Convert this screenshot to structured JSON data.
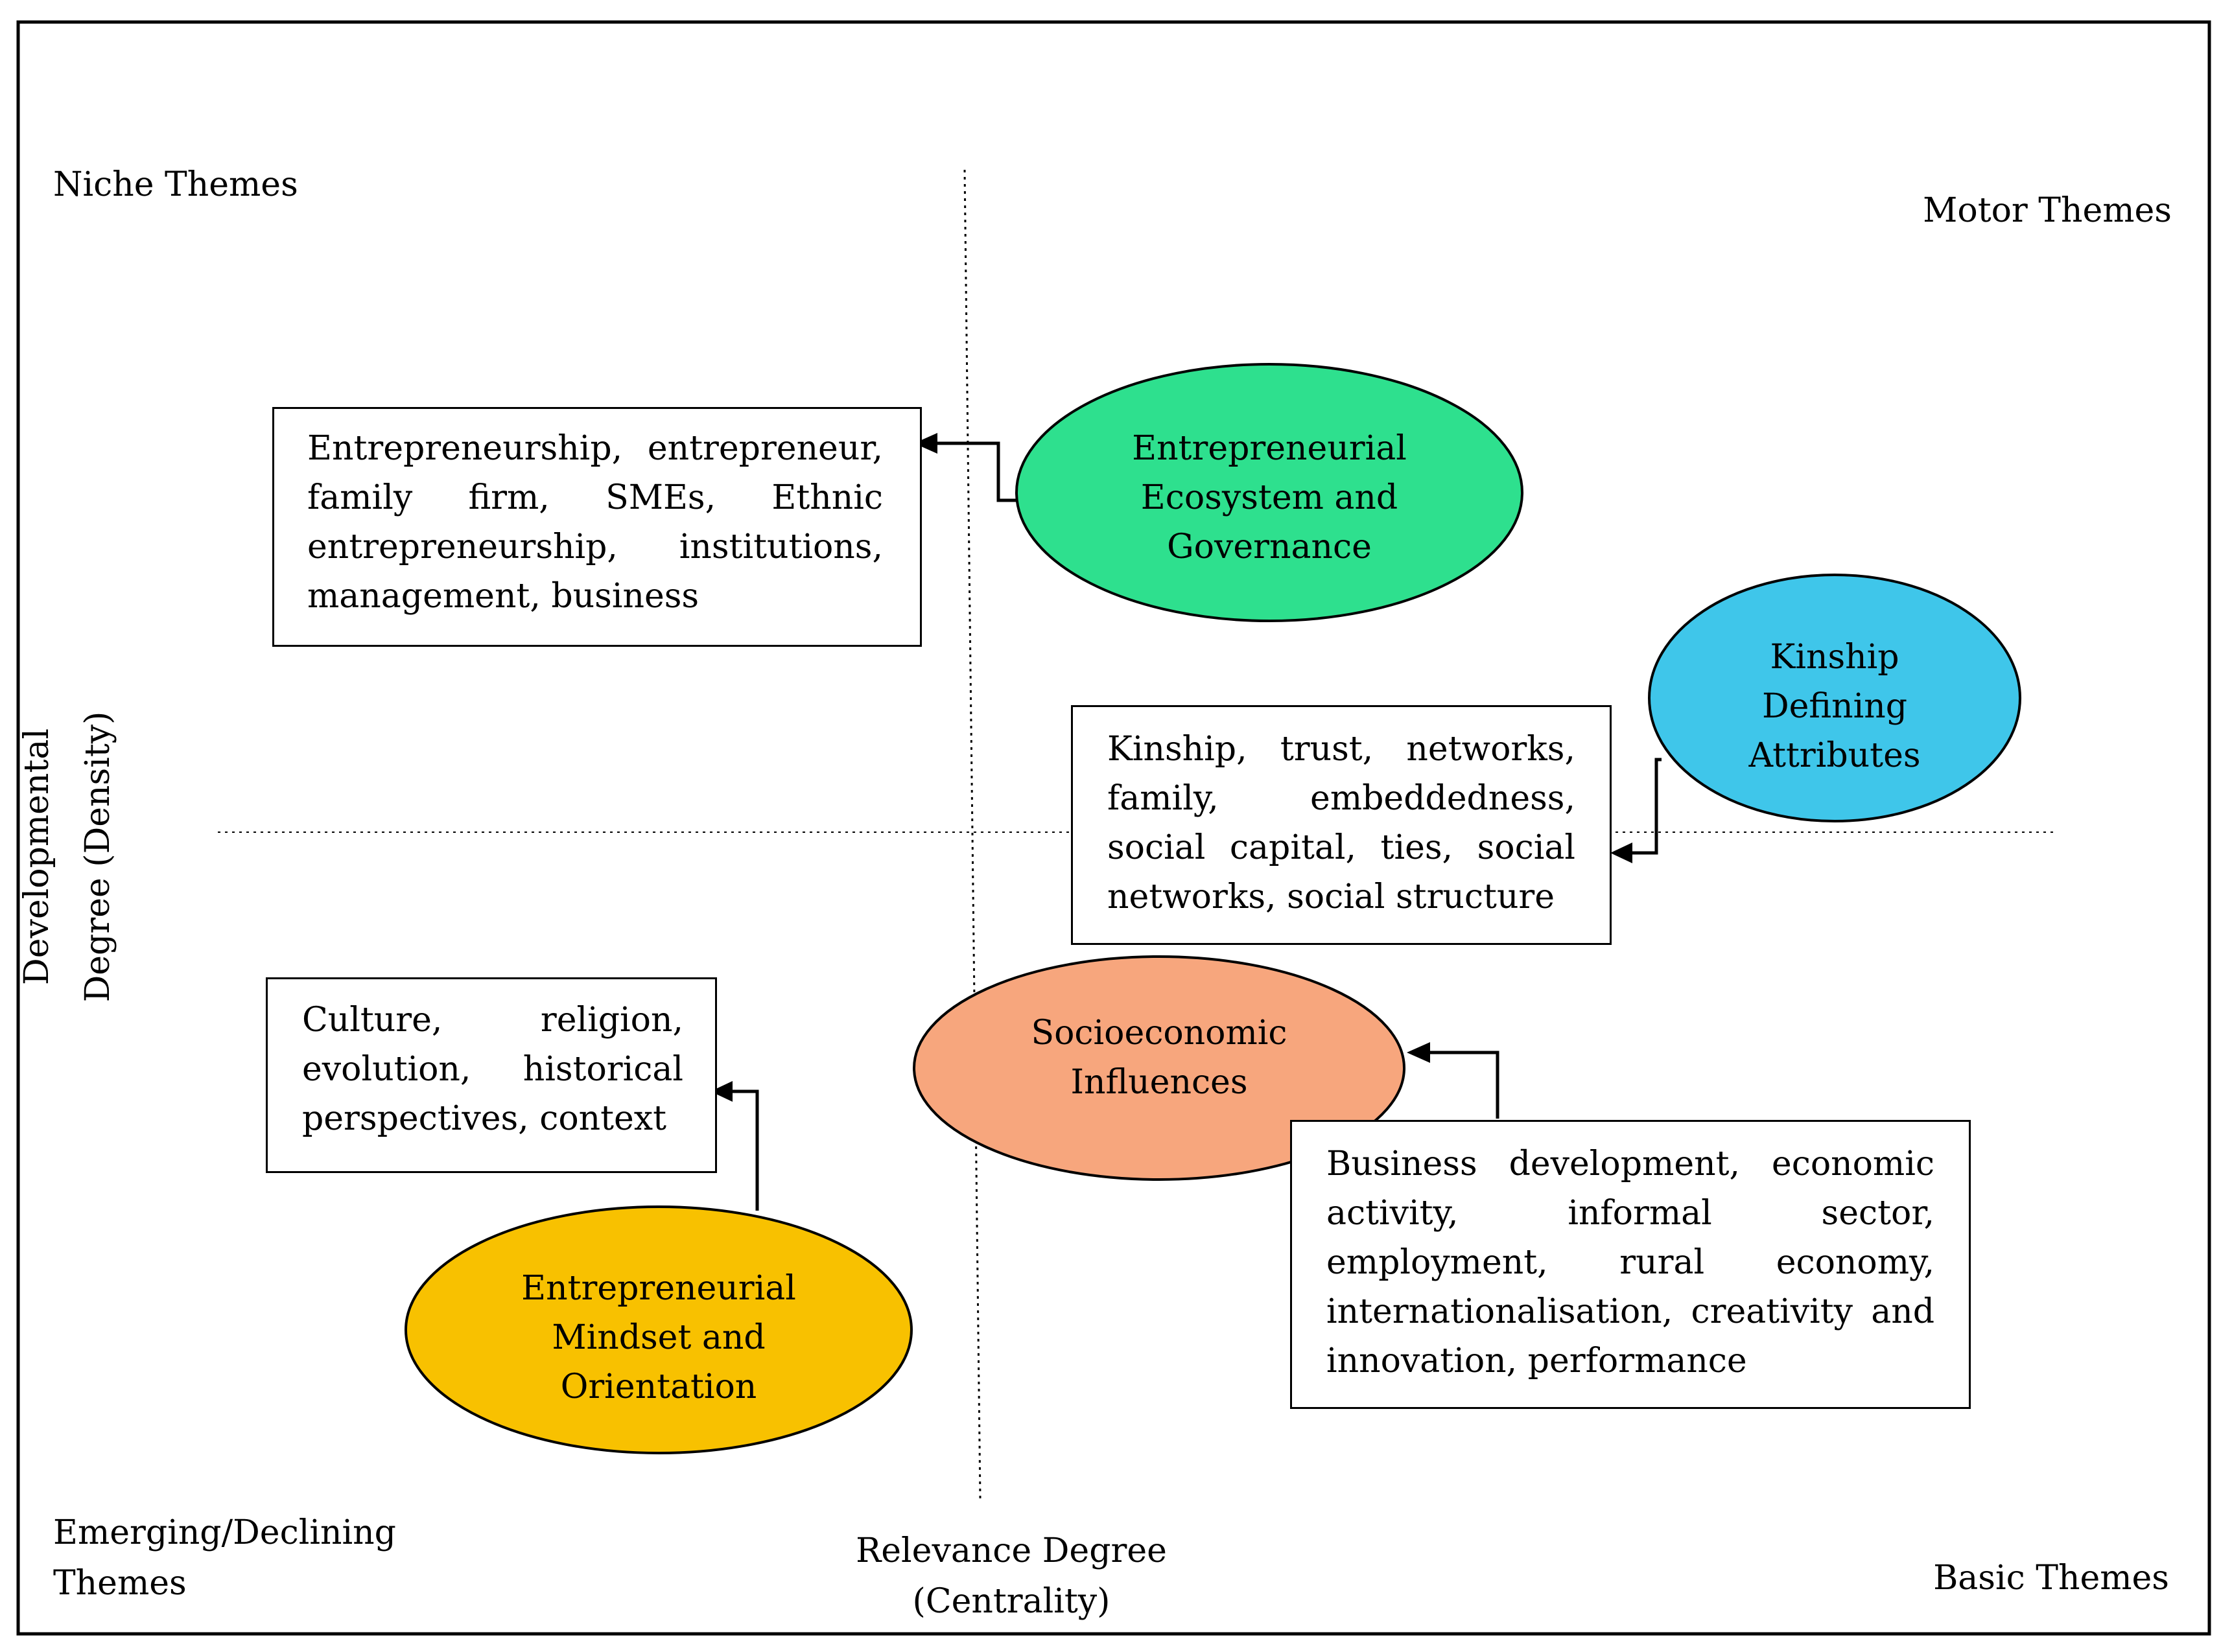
{
  "quadrants": {
    "top_left": "Niche Themes",
    "top_right": "Motor Themes",
    "bottom_left": "Emerging/Declining Themes",
    "bottom_right": "Basic Themes"
  },
  "axes": {
    "x_label": "Relevance Degree (Centrality)",
    "y_label": "Developmental Degree (Density)"
  },
  "themes": [
    {
      "name": "Entrepreneurial Ecosystem and Governance",
      "color": "#2ee08e",
      "keywords": "Entrepreneurship, entrepreneur, family firm, SMEs, Ethnic entrepreneurship, institutions, management, business"
    },
    {
      "name": "Kinship Defining Attributes",
      "color": "#3fc6ea",
      "keywords": "Kinship, trust, networks, family, embeddedness, social capital, ties, social networks, social structure"
    },
    {
      "name": "Socioeconomic Influences",
      "color": "#f7a67d",
      "keywords": "Business development, economic activity, informal sector, employment, rural economy, internationalisation, creativity and innovation, performance"
    },
    {
      "name": "Entrepreneurial Mindset and Orientation",
      "color": "#f8c100",
      "keywords": "Culture, religion, evolution, historical perspectives, context"
    }
  ]
}
